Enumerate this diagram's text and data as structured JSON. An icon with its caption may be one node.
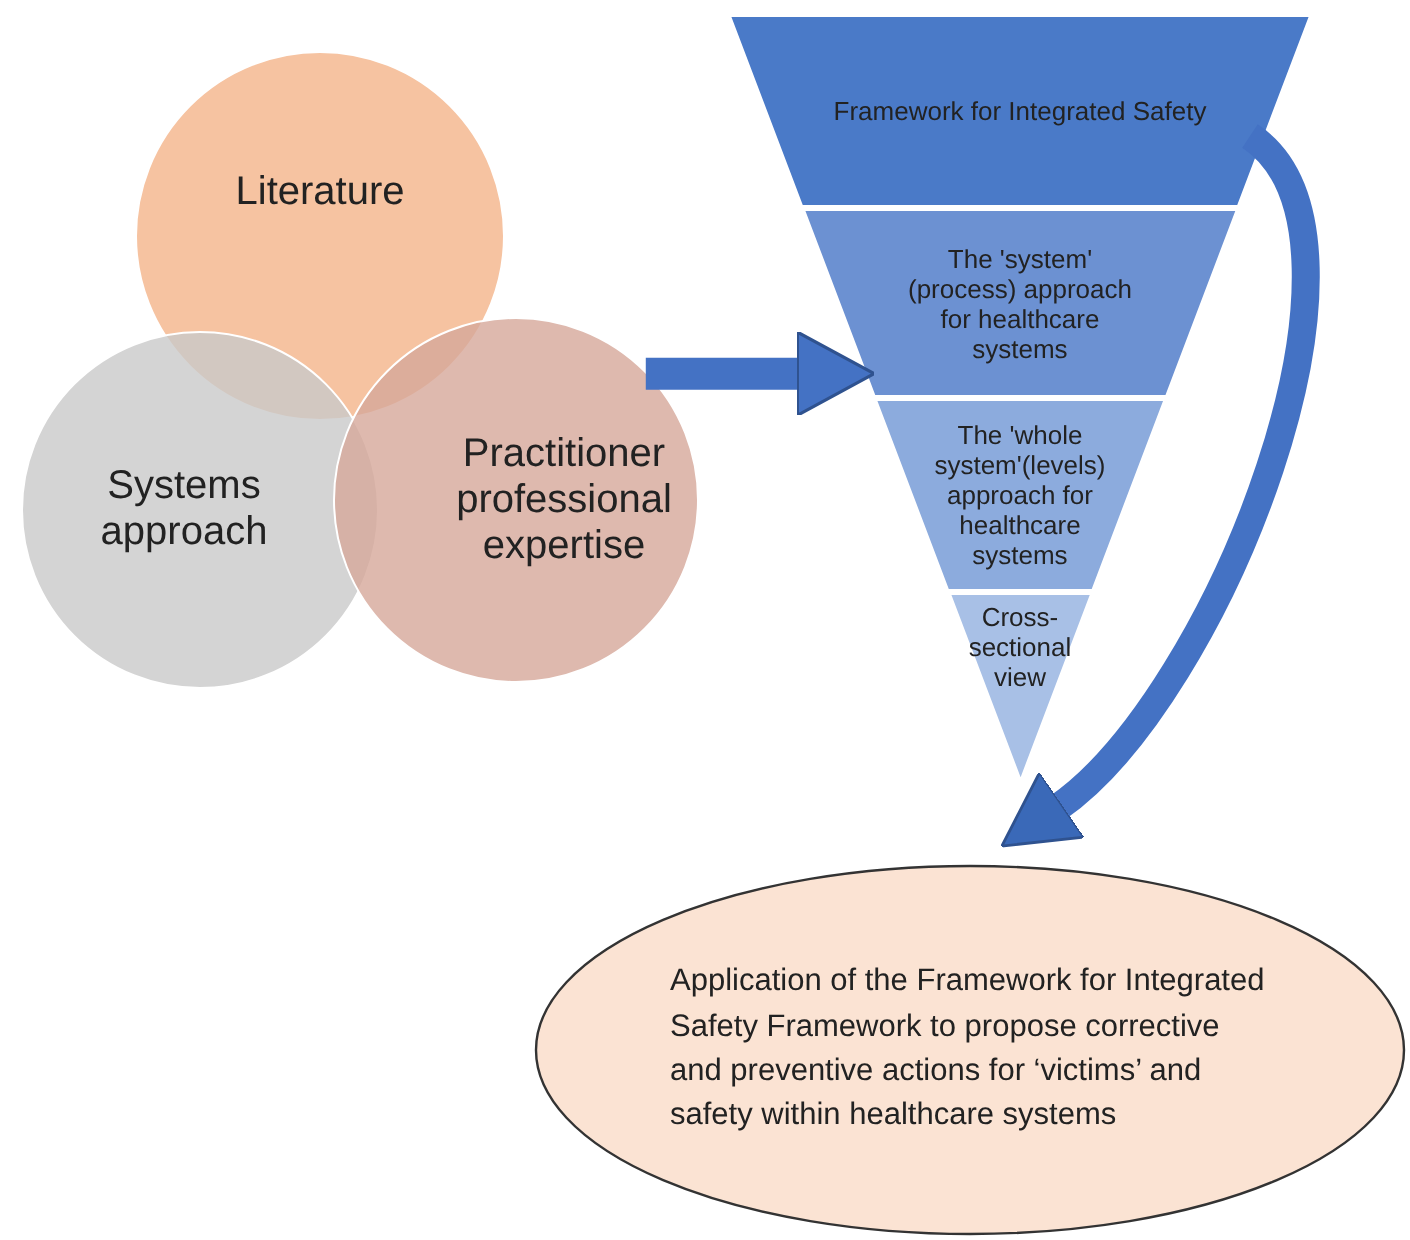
{
  "diagram": {
    "nodes": [
      {
        "text": [
          "Literature"
        ]
      },
      {
        "text": [
          "Systems approach"
        ]
      },
      {
        "text": [
          "Practitioner professional expertise"
        ]
      },
      {
        "text": [
          "Framework for Integrated Safety"
        ]
      },
      {
        "text": [
          "The 'system' (process) approach for healthcare systems"
        ]
      },
      {
        "text": [
          "The 'whole system'(levels) approach for healthcare systems"
        ]
      },
      {
        "text": [
          "Cross-sectional view"
        ]
      },
      {
        "text": [
          "Application of the  Framework for Integrated Safety Framework  to propose corrective and preventive actions for ‘victims’ and safety within healthcare systems"
        ]
      }
    ],
    "edges": [
      {
        "from": 2,
        "to": 4,
        "arrow": "to"
      },
      {
        "from": 3,
        "to": 7,
        "arrow": "to"
      }
    ]
  }
}
